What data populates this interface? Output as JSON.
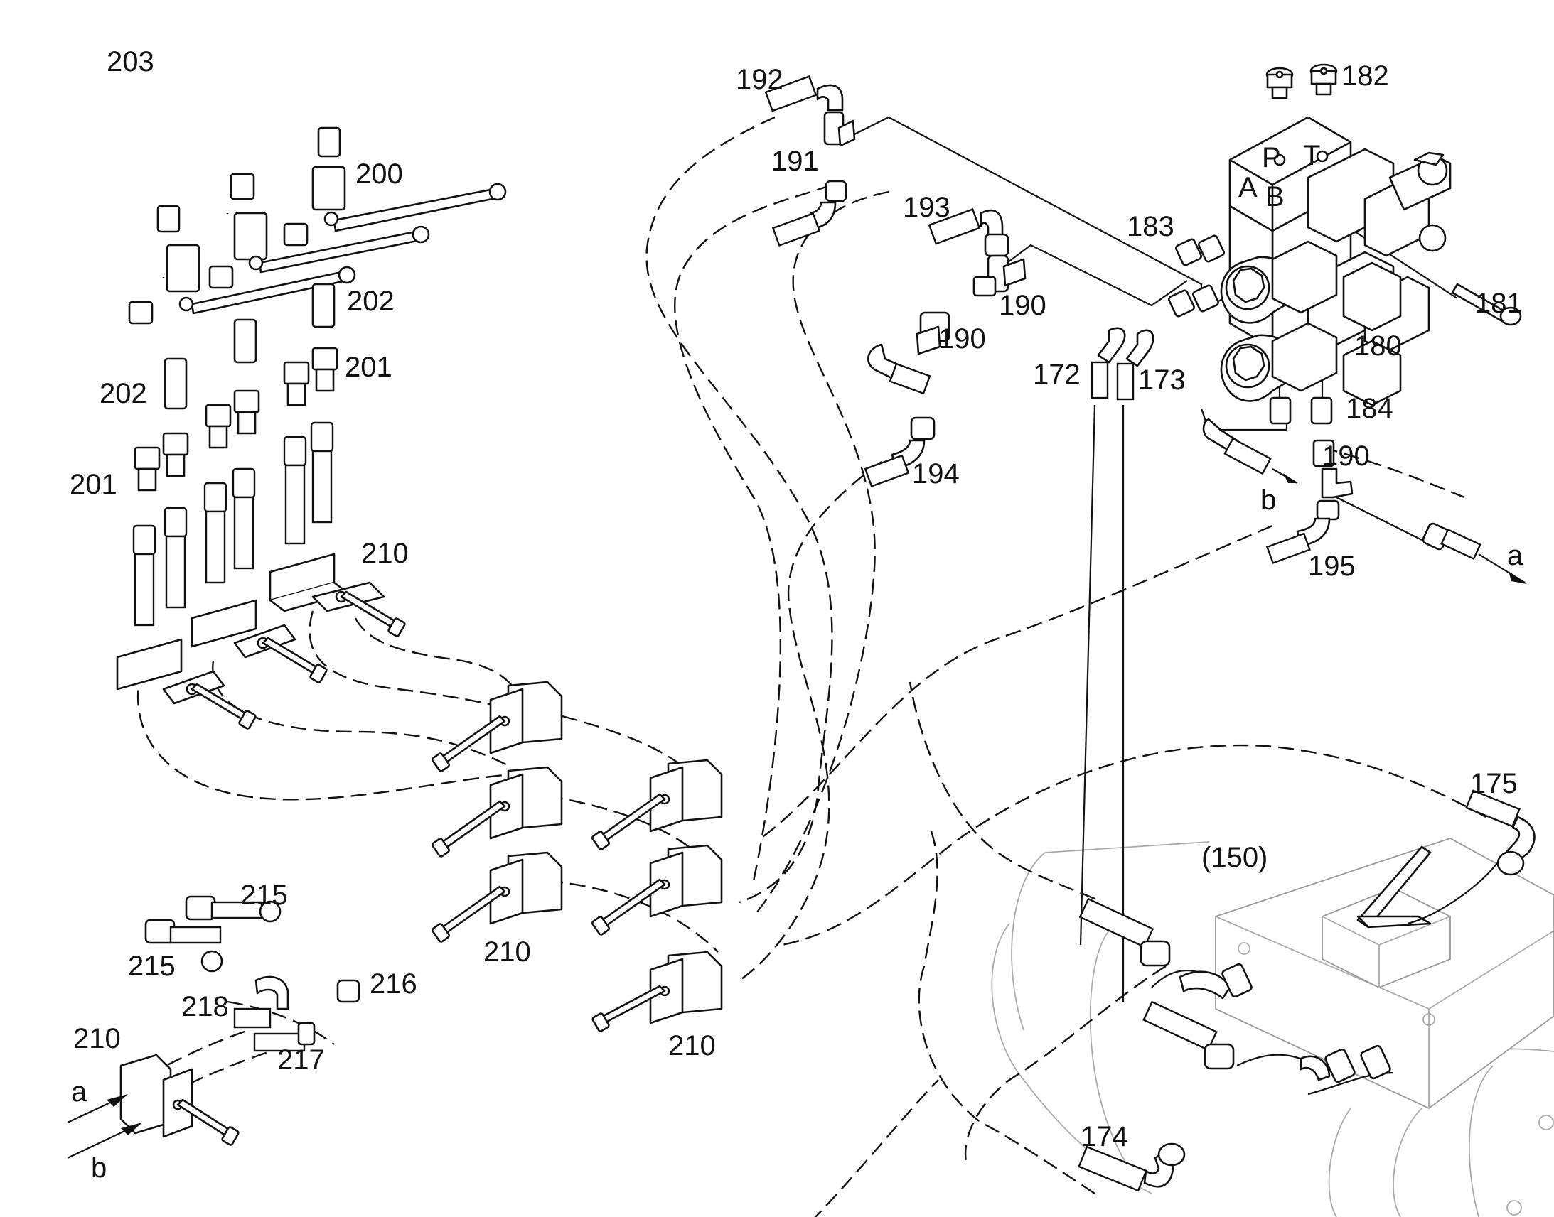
{
  "labels": {
    "l203": "203",
    "l200": "200",
    "l202a": "202",
    "l202b": "202",
    "l201a": "201",
    "l201b": "201",
    "l210a": "210",
    "l210b": "210",
    "l210c": "210",
    "l210d": "210",
    "l192": "192",
    "l191": "191",
    "l193": "193",
    "l190a": "190",
    "l190b": "190",
    "l190c": "190",
    "l194": "194",
    "l183": "183",
    "l182": "182",
    "l181": "181",
    "l180": "180",
    "l172": "172",
    "l173": "173",
    "l184": "184",
    "l195": "195",
    "la1": "a",
    "la2": "a",
    "lb1": "b",
    "lb2": "b",
    "l175": "175",
    "l150": "(150)",
    "l174": "174",
    "l215a": "215",
    "l215b": "215",
    "l216": "216",
    "l218": "218",
    "l217": "217"
  },
  "valve_port_letters": {
    "p": "P",
    "t": "T",
    "a": "A",
    "b": "B"
  }
}
